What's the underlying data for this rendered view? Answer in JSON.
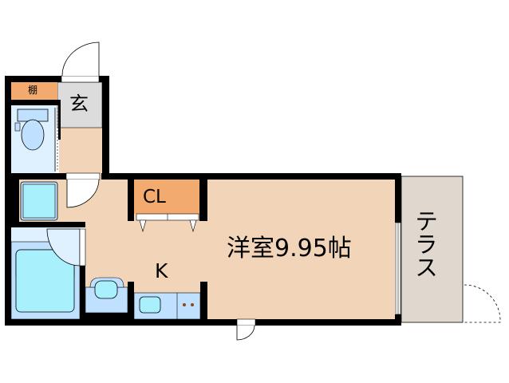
{
  "rooms": {
    "shelf": "棚",
    "entrance": "玄",
    "closet": "CL",
    "kitchen": "K",
    "western_room": "洋室9.95帖",
    "terrace": "テラス"
  },
  "colors": {
    "wall": "#000000",
    "floor": "#f2d4b8",
    "closet": "#f2aa6e",
    "entrance": "#dcdcdc",
    "wet_area": "#dff0ff",
    "fixture": "#a8f0fb",
    "terrace": "#e0d8cf"
  }
}
